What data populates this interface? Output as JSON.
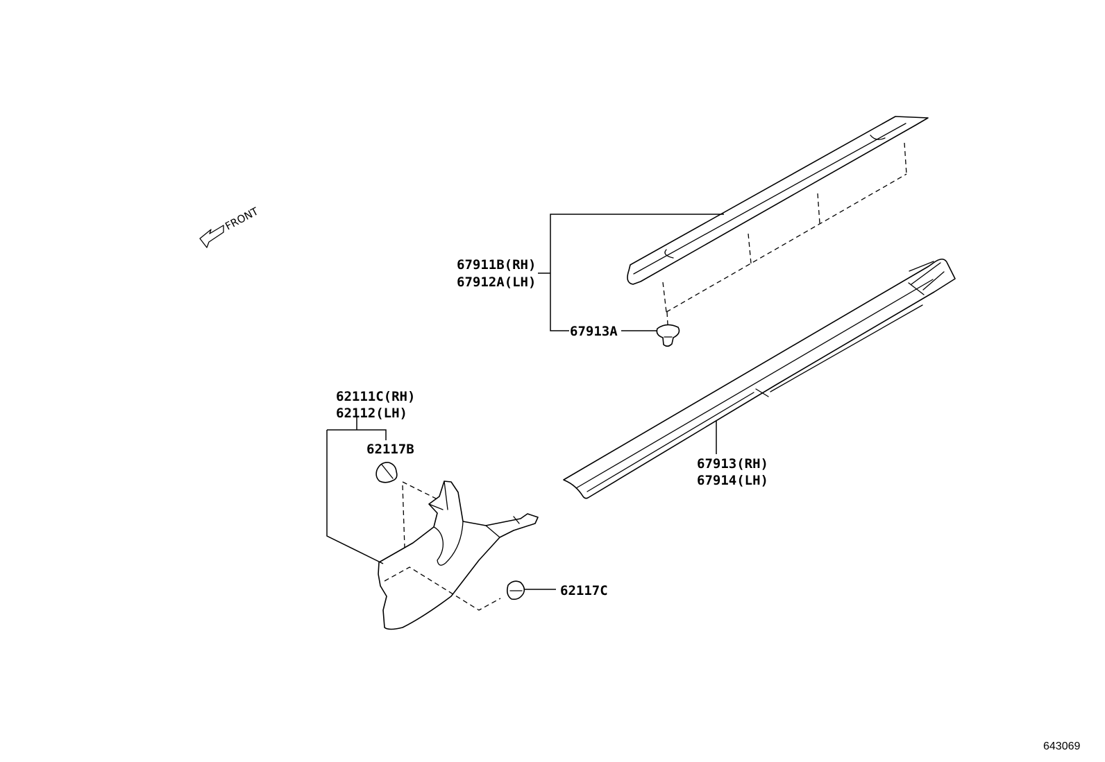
{
  "direction": {
    "label": "FRONT",
    "icon": "arrow-front-icon"
  },
  "parts": {
    "scuff_plate_upper": {
      "rh": "67911B(RH)",
      "lh": "67912A(LH)"
    },
    "scuff_clip": "67913A",
    "scuff_plate_lower": {
      "rh": "67913(RH)",
      "lh": "67914(LH)"
    },
    "kick_panel": {
      "rh": "62111C(RH)",
      "lh": "62112(LH)"
    },
    "kick_clip_b": "62117B",
    "kick_clip_c": "62117C"
  },
  "diagram_code": "643069"
}
